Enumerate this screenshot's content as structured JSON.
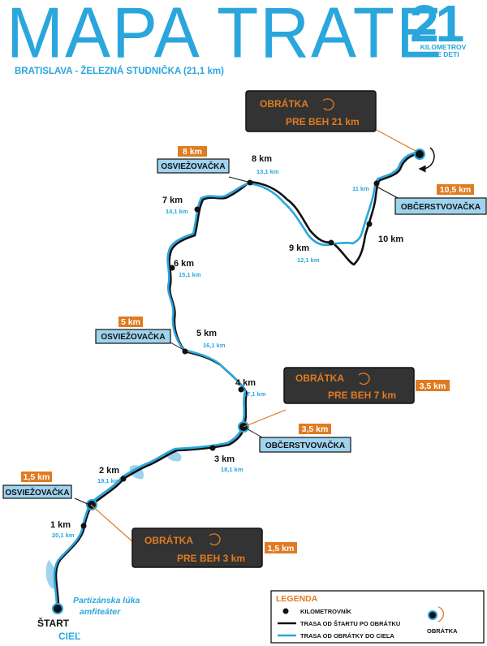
{
  "header": {
    "title": "MAPA TRATE",
    "subtitle": "BRATISLAVA - ŽELEZNÁ STUDNIČKA (21,1 km)",
    "logo_number": "21",
    "logo_line1": "KILOMETROV",
    "logo_line2": "PRE DETI"
  },
  "colors": {
    "blue": "#2aa6dd",
    "black": "#111111",
    "orange": "#e07b22",
    "dark_box": "#333333",
    "light_blue_box": "#9fd3ee"
  },
  "km_markers": [
    {
      "label": "1 km",
      "back": "20,1 km"
    },
    {
      "label": "2 km",
      "back": "19,1 km"
    },
    {
      "label": "3 km",
      "back": "18,1 km"
    },
    {
      "label": "4 km",
      "back": "17,1 km"
    },
    {
      "label": "5 km",
      "back": "16,1 km"
    },
    {
      "label": "6 km",
      "back": "15,1 km"
    },
    {
      "label": "7 km",
      "back": "14,1 km"
    },
    {
      "label": "8 km",
      "back": "13,1 km"
    },
    {
      "label": "9 km",
      "back": "12,1 km"
    },
    {
      "label": "10 km",
      "back": "11 km"
    }
  ],
  "stations": {
    "s1": {
      "name": "OSVIEŽOVAČKA",
      "km": "1,5 km"
    },
    "s2": {
      "name": "OSVIEŽOVAČKA",
      "km": "5 km"
    },
    "s3": {
      "name": "OSVIEŽOVAČKA",
      "km": "8 km"
    },
    "s4": {
      "name": "OBČERSTVOVAČKA",
      "km": "3,5 km"
    },
    "s5": {
      "name": "OBČERSTVOVAČKA",
      "km": "10,5 km"
    }
  },
  "turnarounds": {
    "t21": {
      "title": "OBRÁTKA",
      "sub": "PRE BEH 21 km"
    },
    "t7": {
      "title": "OBRÁTKA",
      "sub": "PRE BEH 7 km",
      "km": "3,5 km"
    },
    "t3": {
      "title": "OBRÁTKA",
      "sub": "PRE BEH 3 km",
      "km": "1,5 km"
    }
  },
  "place": {
    "line1": "Partizánska lúka",
    "line2": "amfiteáter"
  },
  "start": {
    "start": "ŠTART",
    "finish": "CIEĽ"
  },
  "legend": {
    "title": "LEGENDA",
    "km_marker": "KILOMETROVNÍK",
    "outbound": "TRASA OD ŠTARTU PO OBRÁTKU",
    "inbound": "TRASA OD OBRÁTKY DO CIEĽA",
    "turnaround": "OBRÁTKA"
  }
}
